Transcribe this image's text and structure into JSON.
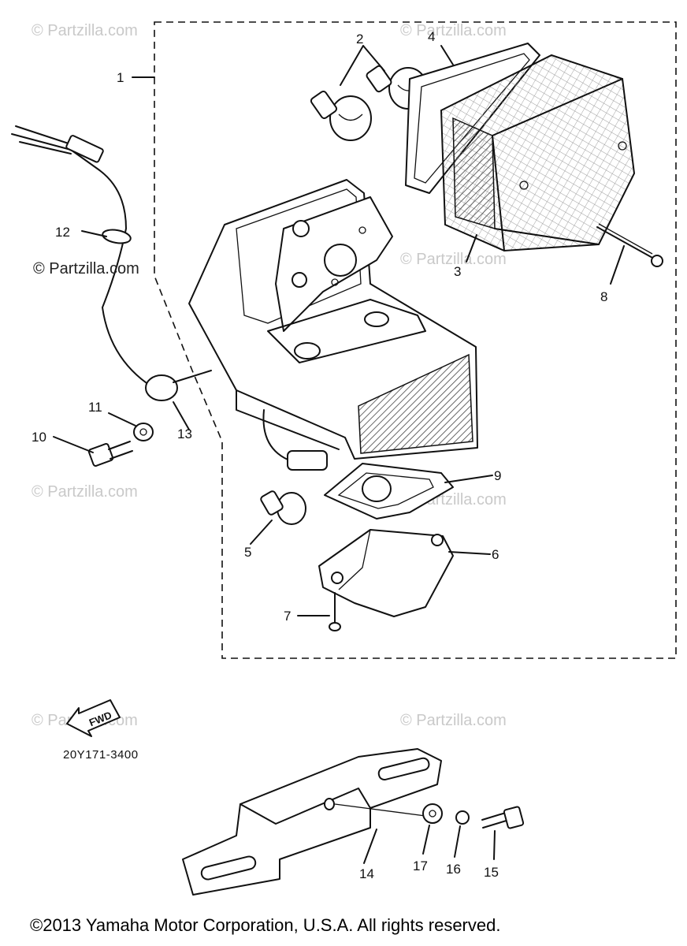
{
  "diagram": {
    "callouts": [
      {
        "id": "1",
        "label": "1"
      },
      {
        "id": "2",
        "label": "2"
      },
      {
        "id": "3",
        "label": "3"
      },
      {
        "id": "4",
        "label": "4"
      },
      {
        "id": "5",
        "label": "5"
      },
      {
        "id": "6",
        "label": "6"
      },
      {
        "id": "7",
        "label": "7"
      },
      {
        "id": "8",
        "label": "8"
      },
      {
        "id": "9",
        "label": "9"
      },
      {
        "id": "10",
        "label": "10"
      },
      {
        "id": "11",
        "label": "11"
      },
      {
        "id": "12",
        "label": "12"
      },
      {
        "id": "13",
        "label": "13"
      },
      {
        "id": "14",
        "label": "14"
      },
      {
        "id": "15",
        "label": "15"
      },
      {
        "id": "16",
        "label": "16"
      },
      {
        "id": "17",
        "label": "17"
      }
    ],
    "direction_label": "FWD",
    "part_code": "20Y171-3400"
  },
  "watermark": {
    "light_text": "© Partzilla.com",
    "dark_text": "© Partzilla.com"
  },
  "footer": {
    "copyright": "©2013 Yamaha Motor Corporation, U.S.A. All rights reserved."
  }
}
